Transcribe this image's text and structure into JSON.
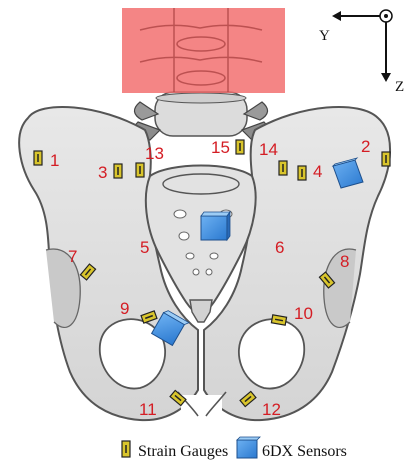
{
  "axes": {
    "y_label": "Y",
    "z_label": "Z"
  },
  "gauge_labels": [
    "1",
    "2",
    "3",
    "4",
    "5",
    "6",
    "7",
    "8",
    "9",
    "10",
    "11",
    "12",
    "13",
    "14",
    "15"
  ],
  "legend": {
    "strain_gauges": "Strain Gauges",
    "sensors": "6DX Sensors"
  },
  "colors": {
    "label_red": "#d41d24",
    "sensor_blue": "#3d8fe0",
    "gauge_yellow": "#d9c52c",
    "spine_highlight": "#f26a6a"
  }
}
